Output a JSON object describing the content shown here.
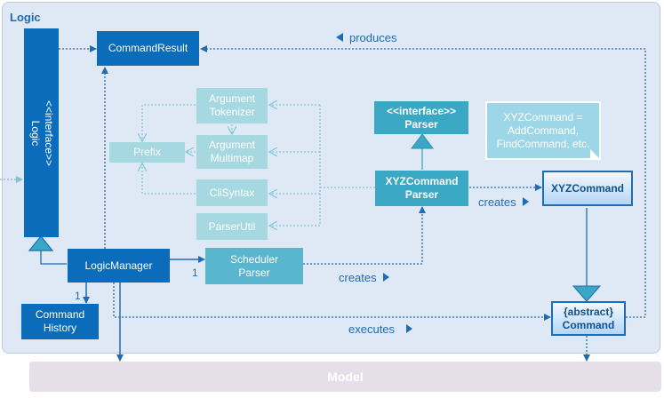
{
  "frame": {
    "title": "Logic"
  },
  "model": {
    "label": "Model"
  },
  "boxes": {
    "logic_interface": "<<interface>>\nLogic",
    "command_result": "CommandResult",
    "argument_tokenizer": [
      "Argument",
      "Tokenizer"
    ],
    "argument_multimap": [
      "Argument",
      "Multimap"
    ],
    "prefix": "Prefix",
    "cli_syntax": "CliSyntax",
    "parser_util": "ParserUtil",
    "parser_interface": [
      "<<interface>>",
      "Parser"
    ],
    "xyz_command_parser": [
      "XYZCommand",
      "Parser"
    ],
    "xyz_command": "XYZCommand",
    "scheduler_parser": [
      "Scheduler",
      "Parser"
    ],
    "logic_manager": "LogicManager",
    "command_history": [
      "Command",
      "History"
    ],
    "abstract_command": [
      "{abstract}",
      "Command"
    ]
  },
  "note": {
    "lines": [
      "XYZCommand =",
      "AddCommand,",
      "FindCommand, etc."
    ]
  },
  "labels": {
    "produces": "produces",
    "creates_xyz": "creates",
    "creates_parser": "creates",
    "executes": "executes",
    "mult_history": "1",
    "mult_scheduler": "1"
  },
  "colors": {
    "dark_blue": "#0a6cbb",
    "light_teal": "#a6d8e2",
    "teal": "#3aa8c5",
    "frame_bg": "#dfe8f5",
    "model_bg": "#e5dfea",
    "line_blue": "#1f6cb5"
  }
}
